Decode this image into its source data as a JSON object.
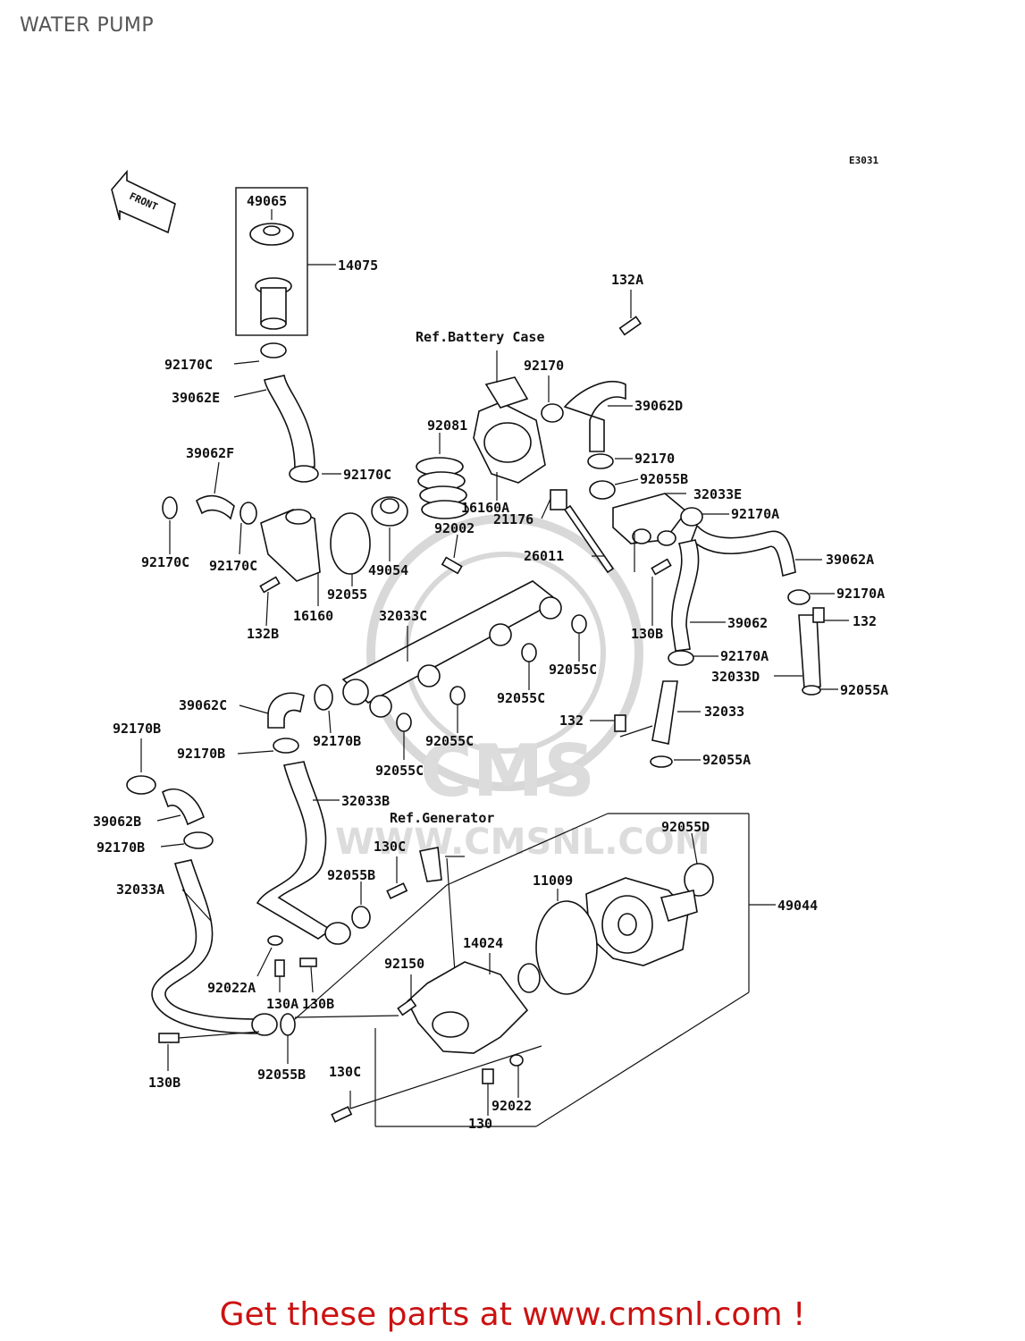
{
  "page": {
    "title": "WATER PUMP",
    "footer": "Get these parts at www.cmsnl.com !",
    "diagram_code": "E3031",
    "front_label": "FRONT"
  },
  "watermark": {
    "brand": "CMS",
    "url": "WWW.CMSNL.COM"
  },
  "labels": {
    "l49065": "49065",
    "l14075": "14075",
    "l132A": "132A",
    "refBattery": "Ref.Battery Case",
    "l92170C_a": "92170C",
    "l39062E": "39062E",
    "l92170_a": "92170",
    "l39062D": "39062D",
    "l92081": "92081",
    "l92170_b": "92170",
    "l39062F": "39062F",
    "l92170C_b": "92170C",
    "l92055B_a": "92055B",
    "l32033E": "32033E",
    "l16160A": "16160A",
    "l21176": "21176",
    "l92170A_a": "92170A",
    "l92002": "92002",
    "l92170C_c": "92170C",
    "l92170C_d": "92170C",
    "l26011": "26011",
    "l39062A": "39062A",
    "l92055": "92055",
    "l49054": "49054",
    "l92170A_b": "92170A",
    "l132B": "132B",
    "l16160": "16160",
    "l130B_a": "130B",
    "l39062": "39062",
    "l132": "132",
    "l32033C": "32033C",
    "l92055C_a": "92055C",
    "l92170A_c": "92170A",
    "l32033D": "32033D",
    "l92055A_a": "92055A",
    "l92055C_b": "92055C",
    "l39062C": "39062C",
    "l132_b": "132",
    "l32033": "32033",
    "l92170B_a": "92170B",
    "l92170B_b": "92170B",
    "l92055C_c": "92055C",
    "l92170B_c": "92170B",
    "l92055C_d": "92055C",
    "l92055A_b": "92055A",
    "l32033B": "32033B",
    "l39062B": "39062B",
    "refGenerator": "Ref.Generator",
    "l92055D": "92055D",
    "l92170B_d": "92170B",
    "l130C_a": "130C",
    "l92055B_b": "92055B",
    "l11009": "11009",
    "l49044": "49044",
    "l32033A": "32033A",
    "l14024": "14024",
    "l92150": "92150",
    "l92022A": "92022A",
    "l130A": "130A",
    "l130B_b": "130B",
    "l130B_c": "130B",
    "l92055B_c": "92055B",
    "l130C_b": "130C",
    "l92022": "92022",
    "l130": "130"
  }
}
